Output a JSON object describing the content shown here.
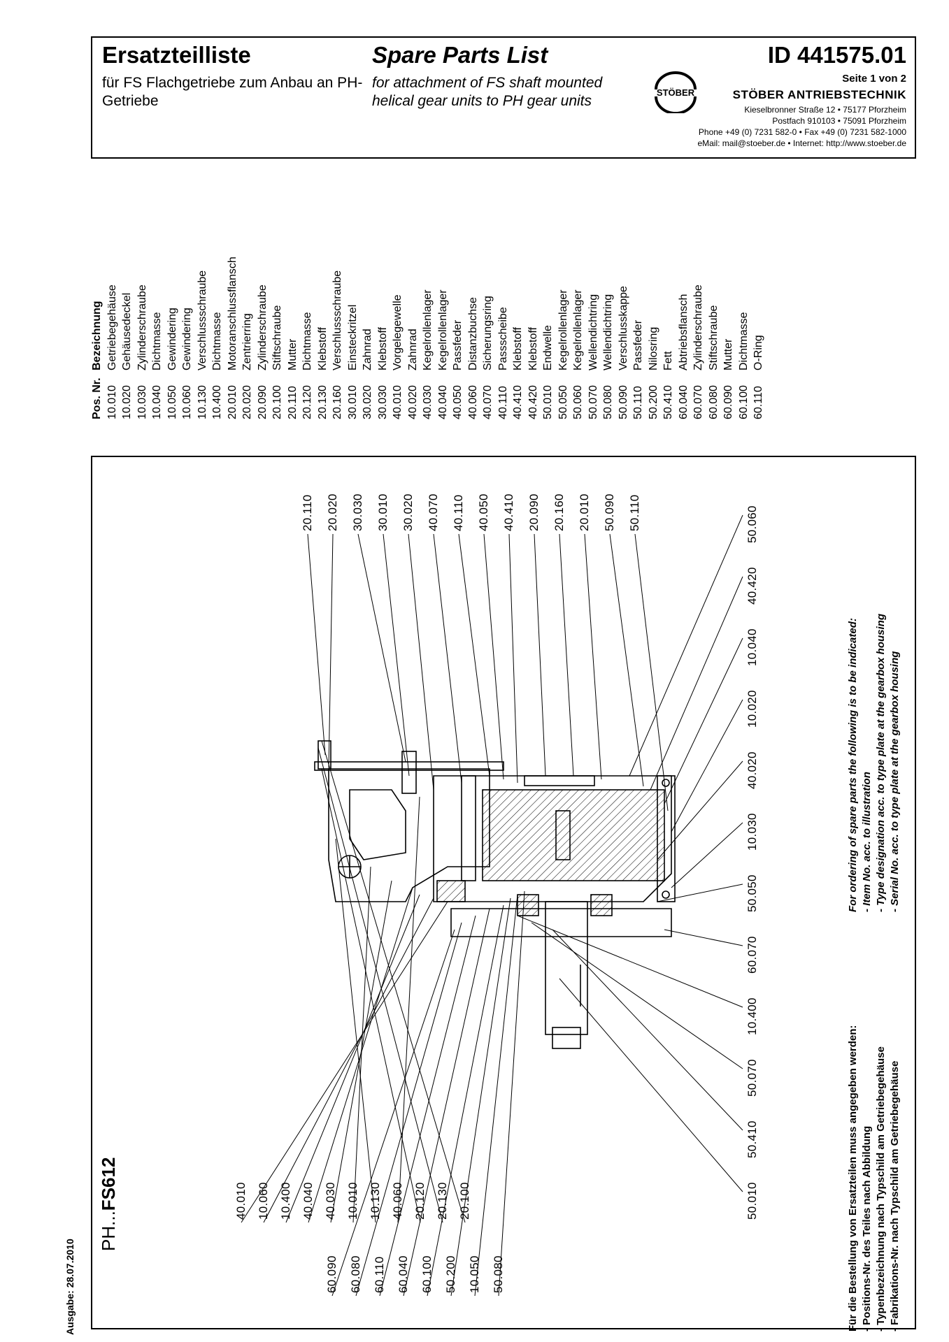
{
  "header": {
    "title_de": "Ersatzteilliste",
    "subtitle_de": "für FS Flachgetriebe zum Anbau an PH-Getriebe",
    "title_en": "Spare Parts List",
    "subtitle_en": "for attachment of FS shaft mounted helical gear units to PH gear units",
    "doc_id": "ID 441575.01",
    "page": "Seite 1 von 2",
    "logo_text": "STÖBER",
    "company": "STÖBER ANTRIEBSTECHNIK",
    "address_1": "Kieselbronner Straße 12 • 75177 Pforzheim",
    "address_2": "Postfach 910103 • 75091 Pforzheim",
    "address_3": "Phone +49 (0) 7231 582-0 • Fax +49 (0) 7231 582-1000",
    "address_4": "eMail: mail@stoeber.de • Internet: http://www.stoeber.de"
  },
  "parts_table": {
    "col_pos": "Pos. Nr.",
    "col_name": "Bezeichnung",
    "rows": [
      {
        "pos": "10.010",
        "name": "Getriebegehäuse"
      },
      {
        "pos": "10.020",
        "name": "Gehäusedeckel"
      },
      {
        "pos": "10.030",
        "name": "Zylinderschraube"
      },
      {
        "pos": "10.040",
        "name": "Dichtmasse"
      },
      {
        "pos": "10.050",
        "name": "Gewindering"
      },
      {
        "pos": "10.060",
        "name": "Gewindering"
      },
      {
        "pos": "10.130",
        "name": "Verschlussschraube"
      },
      {
        "pos": "10.400",
        "name": "Dichtmasse"
      },
      {
        "pos": "20.010",
        "name": "Motoranschlussflansch"
      },
      {
        "pos": "20.020",
        "name": "Zentrierring"
      },
      {
        "pos": "20.090",
        "name": "Zylinderschraube"
      },
      {
        "pos": "20.100",
        "name": "Stiftschraube"
      },
      {
        "pos": "20.110",
        "name": "Mutter"
      },
      {
        "pos": "20.120",
        "name": "Dichtmasse"
      },
      {
        "pos": "20.130",
        "name": "Klebstoff"
      },
      {
        "pos": "20.160",
        "name": "Verschlussschraube"
      },
      {
        "pos": "30.010",
        "name": "Einsteckritzel"
      },
      {
        "pos": "30.020",
        "name": "Zahnrad"
      },
      {
        "pos": "30.030",
        "name": "Klebstoff"
      },
      {
        "pos": "40.010",
        "name": "Vorgelegewelle"
      },
      {
        "pos": "40.020",
        "name": "Zahnrad"
      },
      {
        "pos": "40.030",
        "name": "Kegelrollenlager"
      },
      {
        "pos": "40.040",
        "name": "Kegelrollenlager"
      },
      {
        "pos": "40.050",
        "name": "Passfeder"
      },
      {
        "pos": "40.060",
        "name": "Distanzbuchse"
      },
      {
        "pos": "40.070",
        "name": "Sicherungsring"
      },
      {
        "pos": "40.110",
        "name": "Passscheibe"
      },
      {
        "pos": "40.410",
        "name": "Klebstoff"
      },
      {
        "pos": "40.420",
        "name": "Klebstoff"
      },
      {
        "pos": "50.010",
        "name": "Endwelle"
      },
      {
        "pos": "50.050",
        "name": "Kegelrollenlager"
      },
      {
        "pos": "50.060",
        "name": "Kegelrollenlager"
      },
      {
        "pos": "50.070",
        "name": "Wellendichtring"
      },
      {
        "pos": "50.080",
        "name": "Wellendichtring"
      },
      {
        "pos": "50.090",
        "name": "Verschlusskappe"
      },
      {
        "pos": "50.110",
        "name": "Passfeder"
      },
      {
        "pos": "50.200",
        "name": "Nilosring"
      },
      {
        "pos": "50.410",
        "name": "Fett"
      },
      {
        "pos": "60.040",
        "name": "Abtriebsflansch"
      },
      {
        "pos": "60.070",
        "name": "Zylinderschraube"
      },
      {
        "pos": "60.080",
        "name": "Stiftschraube"
      },
      {
        "pos": "60.090",
        "name": "Mutter"
      },
      {
        "pos": "60.100",
        "name": "Dichtmasse"
      },
      {
        "pos": "60.110",
        "name": "O-Ring"
      }
    ]
  },
  "issue_date": "Ausgabe: 28.07.2010",
  "model_prefix": "PH...",
  "model_name": "FS612",
  "callouts_top": [
    "20.110",
    "20.020",
    "30.030",
    "30.010",
    "30.020",
    "40.070",
    "40.110",
    "40.050",
    "40.410",
    "20.090",
    "20.160",
    "20.010",
    "50.090",
    "50.110"
  ],
  "callouts_left": [
    "40.010",
    "10.060",
    "10.400",
    "40.040",
    "40.030",
    "10.010",
    "10.130",
    "40.060",
    "20.120",
    "20.130",
    "20.100"
  ],
  "callouts_right": [
    "50.010",
    "50.410",
    "50.070",
    "10.400",
    "60.070",
    "50.050",
    "10.030",
    "40.020",
    "10.020",
    "10.040",
    "40.420",
    "50.060"
  ],
  "callouts_bottom": [
    "60.090",
    "60.080",
    "60.110",
    "60.040",
    "60.100",
    "50.200",
    "10.050",
    "50.080"
  ],
  "ordering_de": {
    "heading": "Für die Bestellung von Ersatzteilen muss angegeben werden:",
    "line1": "- Positions-Nr. des Teiles nach Abbildung",
    "line2": "- Typenbezeichnung nach Typschild am Getriebegehäuse",
    "line3": "- Fabrikations-Nr. nach Typschild am Getriebegehäuse"
  },
  "ordering_en": {
    "heading": "For ordering of spare parts the following is to be indicated:",
    "line1": "- Item No. acc. to illustration",
    "line2": "- Type designation acc. to type plate at the gearbox housing",
    "line3": "- Serial No. acc. to type plate at the gearbox housing"
  }
}
